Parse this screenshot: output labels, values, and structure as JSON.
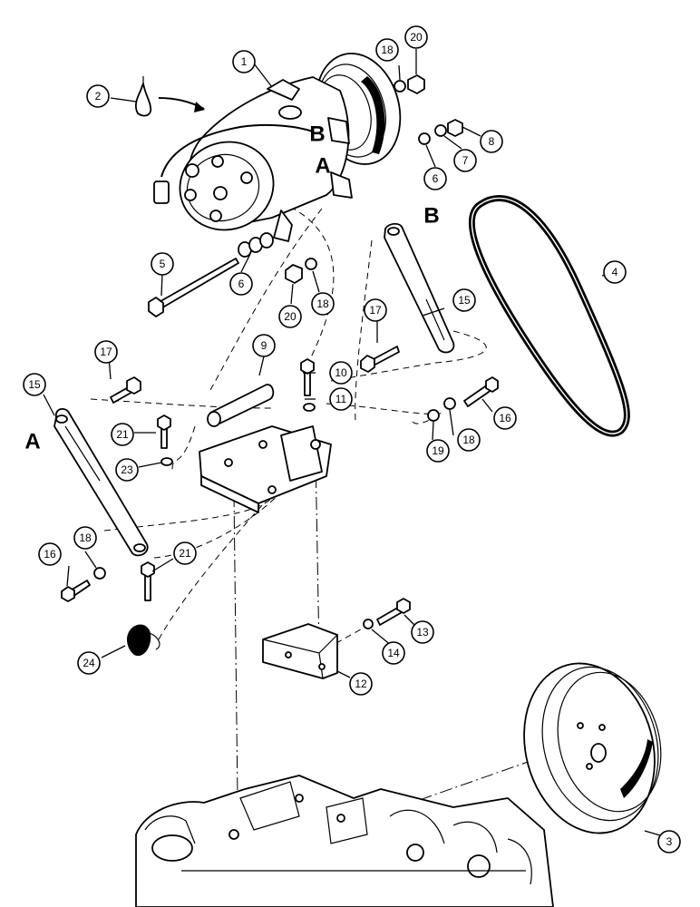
{
  "reference_letters": {
    "a_compressor": "A",
    "b_compressor": "B",
    "b_bracket": "B",
    "a_left": "A"
  },
  "callouts": {
    "c1": "1",
    "c2": "2",
    "c3": "3",
    "c4": "4",
    "c5": "5",
    "c6a": "6",
    "c6b": "6",
    "c7": "7",
    "c8": "8",
    "c9": "9",
    "c10": "10",
    "c11": "11",
    "c12": "12",
    "c13": "13",
    "c14": "14",
    "c15a": "15",
    "c15b": "15",
    "c16a": "16",
    "c16b": "16",
    "c17a": "17",
    "c17b": "17",
    "c18a": "18",
    "c18b": "18",
    "c18c": "18",
    "c18d": "18",
    "c19": "19",
    "c20a": "20",
    "c20b": "20",
    "c21a": "21",
    "c21b": "21",
    "c23": "23",
    "c24": "24"
  }
}
